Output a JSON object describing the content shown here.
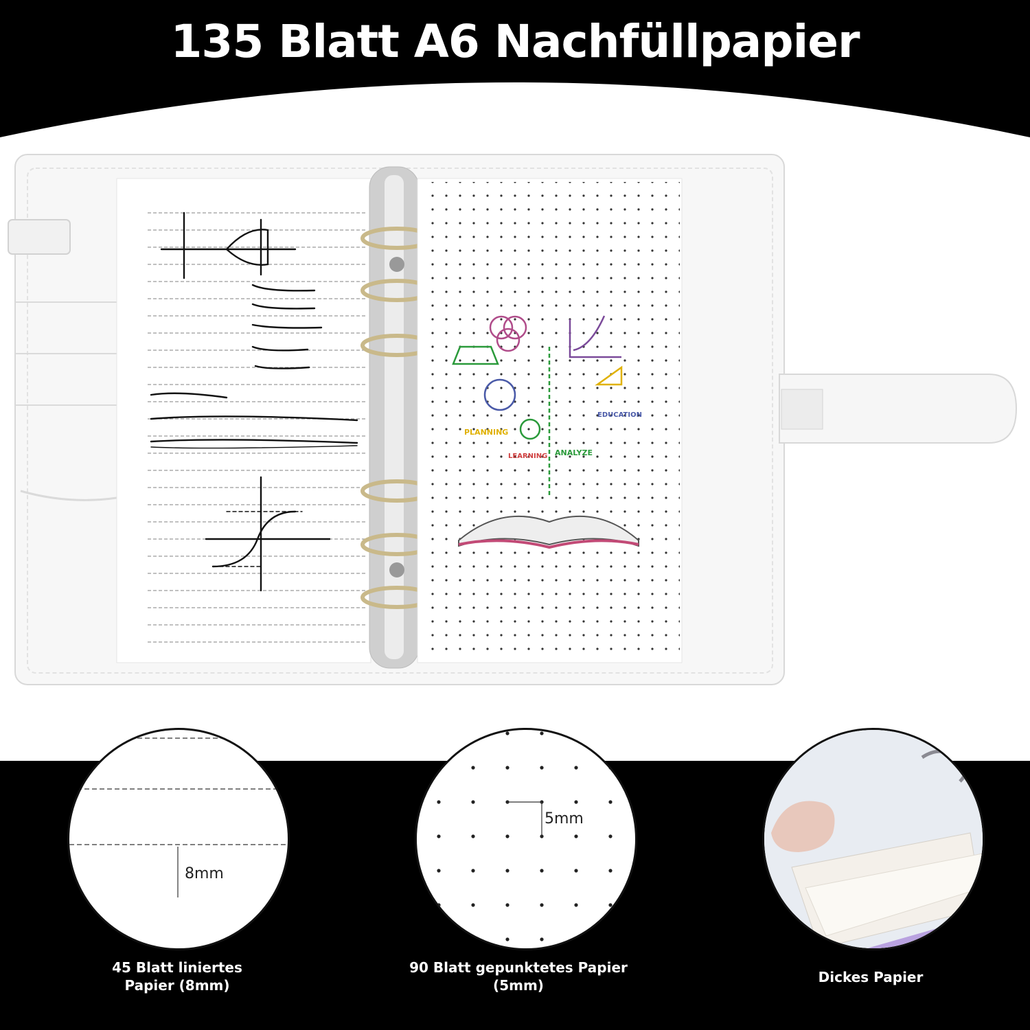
{
  "header": {
    "title": "135 Blatt A6 Nachfüllpapier"
  },
  "features": [
    {
      "caption_line1": "45 Blatt liniertes",
      "caption_line2": "Papier (8mm)",
      "measure": "8mm",
      "icon": "lined-paper-zoom"
    },
    {
      "caption_line1": "90 Blatt gepunktetes Papier",
      "caption_line2": "(5mm)",
      "measure": "5mm",
      "icon": "dotted-paper-zoom"
    },
    {
      "caption_line1": "Dickes Papier",
      "caption_line2": "",
      "icon": "thick-paper-photo"
    }
  ],
  "illustration": {
    "labels": [
      "PLANNING",
      "LEARNING",
      "ANALYZE",
      "EDUCATION"
    ],
    "colors": {
      "planning": "#e0b100",
      "learning": "#d04040",
      "analyze": "#2a9a3a",
      "education": "#4a5aa8"
    }
  }
}
